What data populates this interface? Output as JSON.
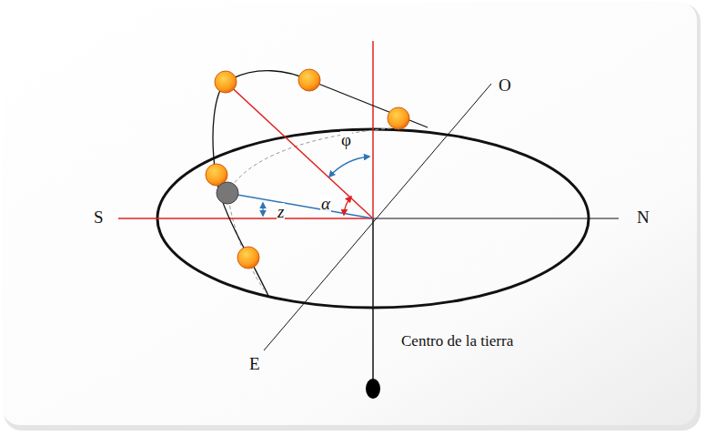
{
  "diagram": {
    "labels": [
      "S",
      "N",
      "O",
      "E",
      "φ",
      "z",
      "α",
      "Centro de la tierra"
    ]
  }
}
